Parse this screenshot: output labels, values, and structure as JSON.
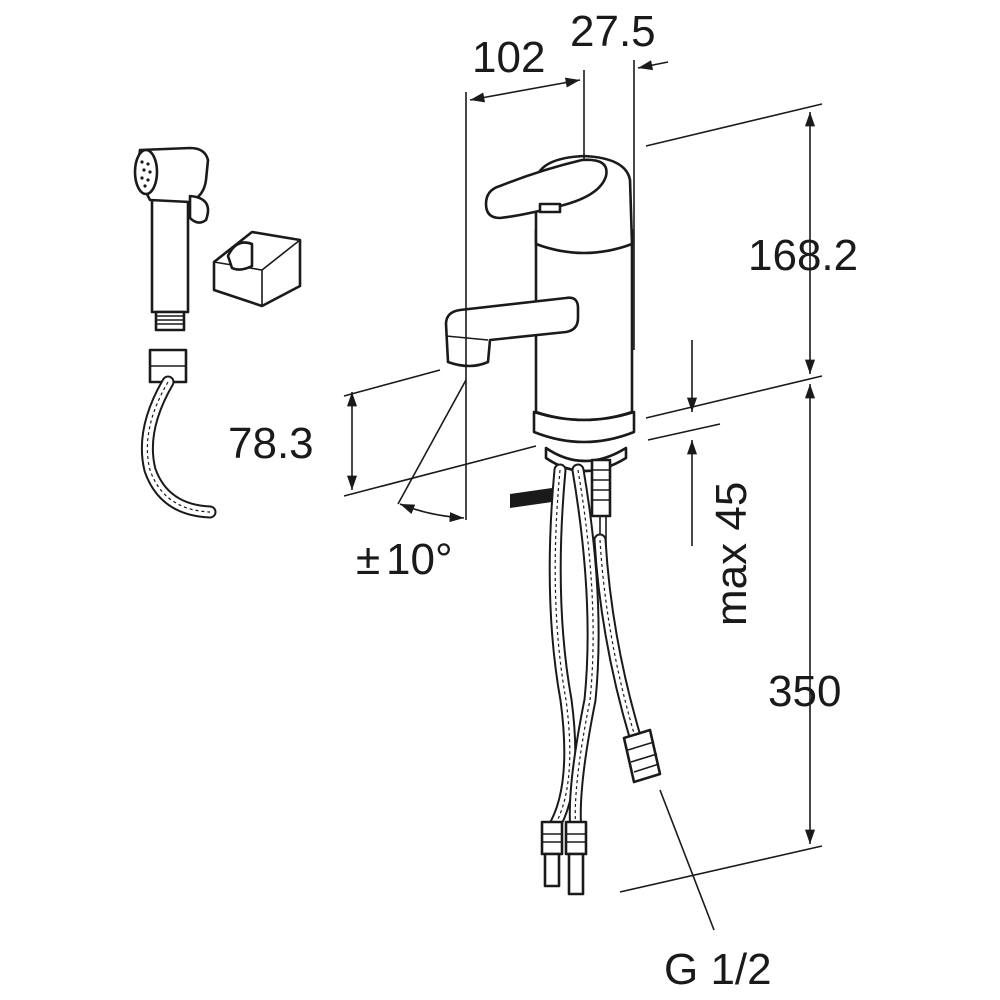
{
  "diagram": {
    "dimensions": {
      "spout_reach": "102",
      "handle_offset": "27.5",
      "body_height": "168.2",
      "spout_height": "78.3",
      "swivel_angle": "10°",
      "swivel_sign": "±",
      "max_deck": "max 45",
      "hose_length": "350",
      "connection_thread": "G 1/2"
    },
    "colors": {
      "line": "#1a1a1a",
      "background": "#ffffff"
    }
  }
}
